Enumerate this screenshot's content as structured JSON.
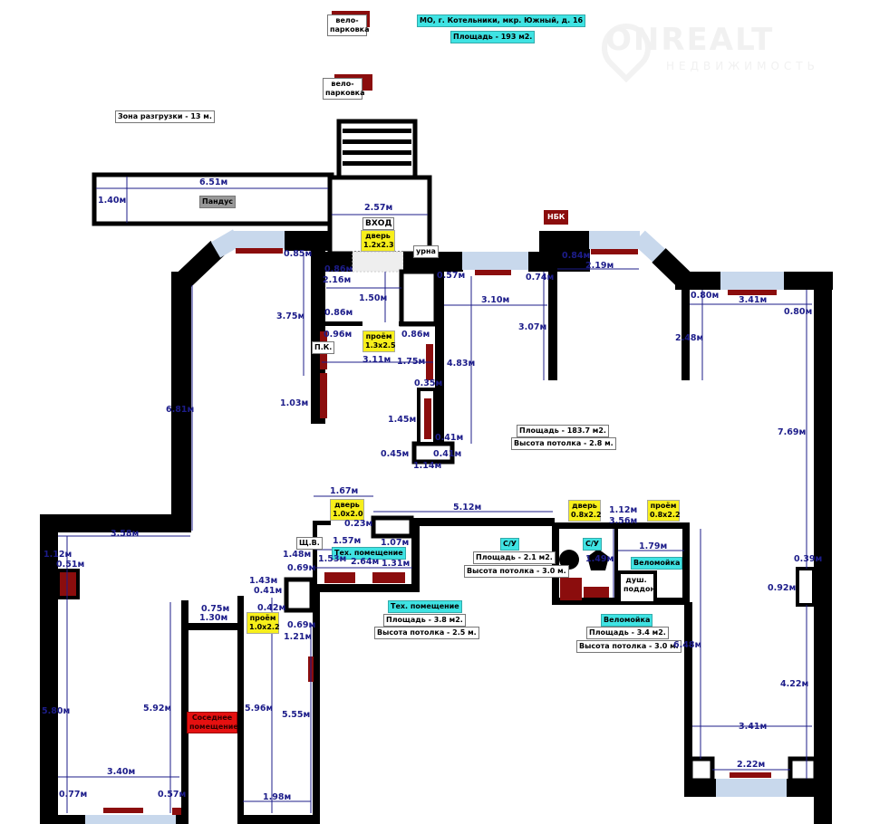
{
  "header": {
    "address": "МО, г. Котельники, мкр. Южный, д. 16",
    "total_area": "Площадь - 193 м2."
  },
  "watermark": {
    "brand": "ONREALT",
    "subtitle": "НЕДВИЖИМОСТЬ"
  },
  "outside": {
    "bike_parking_1": "вело-парковка",
    "bike_parking_2": "вело-парковка",
    "unloading_zone": "Зона разгрузки - 13 м.",
    "ramp": "Пандус",
    "entrance": "ВХОД",
    "entrance_door": "дверь 1.2х2.3",
    "bin": "урна",
    "nbk": "НБК"
  },
  "main_hall": {
    "opening": "проём 1.3х2.5",
    "pk": "П.К.",
    "area": "Площадь - 183.7 м2.",
    "ceiling": "Высота потолка - 2.8 м."
  },
  "tech_room": {
    "door": "дверь 1.0х2.0",
    "panel": "Щ.В.",
    "label_small": "Тех. помещение",
    "label": "Тех. помещение",
    "area": "Площадь - 3.8 м2.",
    "ceiling": "Высота потолка - 2.5 м."
  },
  "wc_1": {
    "label": "С/У",
    "area": "Площадь - 2.1 м2.",
    "ceiling": "Высота потолка - 3.0 м."
  },
  "wc_block": {
    "door": "дверь 0.8х2.2",
    "opening": "проём 0.8х2.2",
    "wc_label": "С/У",
    "bike_wash_small": "Веломойка",
    "shower_tray": "душ. поддон"
  },
  "bike_wash": {
    "label": "Веломойка",
    "area": "Площадь - 3.4 м2.",
    "ceiling": "Высота потолка - 3.0 м."
  },
  "left_wing": {
    "opening": "проём 1.0х2.2",
    "neighbor": "Соседнее помещение"
  },
  "dims": [
    "6.51м",
    "1.40м",
    "2.57м",
    "0.85м",
    "2.16м",
    "1.50м",
    "3.75м",
    "0.86м",
    "0.96м",
    "0.86м",
    "3.11м",
    "1.75м",
    "1.03м",
    "0.35м",
    "1.45м",
    "0.41м",
    "0.45м",
    "0.41м",
    "1.14м",
    "0.57м",
    "3.10м",
    "3.07м",
    "4.83м",
    "0.74м",
    "0.84м",
    "2.19м",
    "0.80м",
    "3.41м",
    "0.80м",
    "2.48м",
    "7.69м",
    "6.81м",
    "3.58м",
    "1.12м",
    "0.51м",
    "5.80м",
    "5.92м",
    "3.40м",
    "0.77м",
    "0.57м",
    "0.75м",
    "1.30м",
    "1.43м",
    "0.41м",
    "0.42м",
    "5.96м",
    "5.55м",
    "1.98м",
    "1.48м",
    "0.69м",
    "0.69м",
    "1.21м",
    "1.67м",
    "0.23м",
    "1.57м",
    "1.07м",
    "1.53м",
    "2.64м",
    "1.31м",
    "5.12м",
    "1.12м",
    "3.56м",
    "1.49м",
    "1.79м",
    "0.39м",
    "0.92м",
    "6.48м",
    "4.22м",
    "3.41м",
    "2.22м",
    "0.86м"
  ],
  "colors": {
    "wall": "#000000",
    "window": "#c8d8ec",
    "radiator": "#8b0d0d",
    "dimension": "#1d1d8a",
    "room_label": "#3fe3e3",
    "opening_label": "#f7ef1b"
  }
}
